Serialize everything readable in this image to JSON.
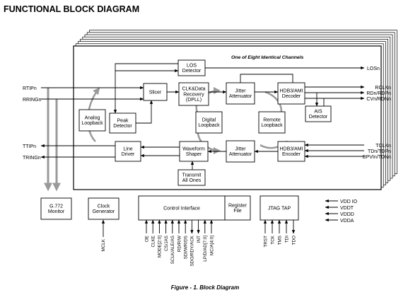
{
  "heading": "FUNCTIONAL BLOCK DIAGRAM",
  "caption": "Figure - 1. Block Diagram",
  "channels_label": "One of Eight Identical Channels",
  "blocks": {
    "los": [
      "LOS",
      "Detector"
    ],
    "clk": [
      "CLK&Data",
      "Recovery",
      "(DPLL)"
    ],
    "slicer": [
      "Slicer"
    ],
    "jitter_top": [
      "Jitter",
      "Attenuator"
    ],
    "decoder": [
      "HDB3/AMI",
      "Decoder"
    ],
    "ais": [
      "AIS",
      "Detector"
    ],
    "analog": [
      "Analog",
      "Loopback"
    ],
    "peak": [
      "Peak",
      "Detector"
    ],
    "digital": [
      "Digital",
      "Loopback"
    ],
    "remote": [
      "Remote",
      "Loopback"
    ],
    "driver": [
      "Line",
      "Driver"
    ],
    "shaper": [
      "Waveform",
      "Shaper"
    ],
    "jitter_bot": [
      "Jitter",
      "Attenuator"
    ],
    "encoder": [
      "HDB3/AMI",
      "Encoder"
    ],
    "tao": [
      "Transmit",
      "All Ones"
    ],
    "g772": [
      "G.772",
      "Monitor"
    ],
    "clockgen": [
      "Clock",
      "Generator"
    ],
    "control": [
      "Control Interface"
    ],
    "register": [
      "Register",
      "File"
    ],
    "jtag": [
      "JTAG TAP"
    ]
  },
  "left_inputs": [
    "RTIPn",
    "RRINGn"
  ],
  "left_outputs": [
    "TTIPn",
    "TRINGn"
  ],
  "right_los": "LOSn",
  "right_rx": [
    "RCLKn",
    "RDn/RDPn",
    "CVn/RDNn"
  ],
  "right_tx": [
    "TCLKn",
    "TDn/TDPn",
    "BPVIn/TDNn"
  ],
  "power": [
    "VDD IO",
    "VDDT",
    "VDDD",
    "VDDA"
  ],
  "mclk": "MCLK",
  "control_pins": [
    "OE",
    "CLKE",
    "MODE[2:0]",
    "CS/JAS",
    "SCLK/ALE/AS",
    "RD/R/W",
    "SDI/WR/DS",
    "SDO/RDY/ACK",
    "INT",
    "LP/D/AD[7:0]",
    "MC/A[4:0]"
  ],
  "jtag_pins": [
    "TRST",
    "TCK",
    "TMS",
    "TDI",
    "TDO"
  ]
}
